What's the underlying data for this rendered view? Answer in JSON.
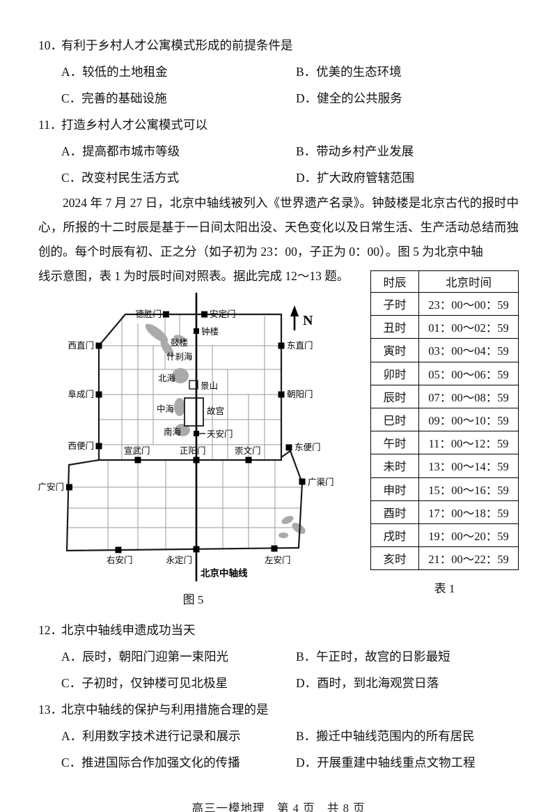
{
  "page": {
    "footer": "高三一模地理　第 4 页　共 8 页"
  },
  "questions": [
    {
      "number": "10．",
      "stem": "有利于乡村人才公寓模式形成的前提条件是",
      "options": [
        "A．较低的土地租金",
        "B．优美的生态环境",
        "C．完善的基础设施",
        "D．健全的公共服务"
      ]
    },
    {
      "number": "11．",
      "stem": "打造乡村人才公寓模式可以",
      "options": [
        "A．提高都市城市等级",
        "B．带动乡村产业发展",
        "C．改变村民生活方式",
        "D．扩大政府管辖范围"
      ]
    },
    {
      "number": "12．",
      "stem": "北京中轴线申遗成功当天",
      "options": [
        "A．辰时，朝阳门迎第一束阳光",
        "B．午正时，故宫的日影最短",
        "C．子初时，仅钟楼可见北极星",
        "D．酉时，到北海观赏日落"
      ]
    },
    {
      "number": "13．",
      "stem": "北京中轴线的保护与利用措施合理的是",
      "options": [
        "A．利用数字技术进行记录和展示",
        "B．搬迁中轴线范围内的所有居民",
        "C．推进国际合作加强文化的传播",
        "D．开展重建中轴线重点文物工程"
      ]
    }
  ],
  "passage": {
    "part1": "2024 年 7 月 27 日，北京中轴线被列入《世界遗产名录》。钟鼓楼是北京古代的报时中心，所报的十二时辰是基于一日间太阳出没、天色变化以及日常生活、生产活动总结而独创的。每个时辰有初、正之分（如子初为 23：00，子正为 0：00）。图 5 为北京中轴",
    "part2": "线示意图，表 1 为时辰时间对照表。据此完成 12～13 题。"
  },
  "map": {
    "caption": "图 5",
    "north": "N",
    "axis": "北京中轴线",
    "labels": {
      "desheng": "德胜门",
      "anding": "安定门",
      "xizhi": "西直门",
      "dongzhi": "东直门",
      "fucheng": "阜成门",
      "chaoyang": "朝阳门",
      "xibian": "西便门",
      "dongbian": "东便门",
      "xuanwu": "宣武门",
      "zhengyang": "正阳门",
      "chongwen": "崇文门",
      "guangan": "广安门",
      "guangqu": "广渠门",
      "youan": "右安门",
      "yongding": "永定门",
      "zuoan": "左安门",
      "zhonglou": "钟楼",
      "gulou": "鼓楼",
      "shichahai": "什刹海",
      "beihai": "北海",
      "jingshan": "景山",
      "zhonghai": "中海",
      "gugong": "故宫",
      "nanhai": "南海",
      "tiananmen": "天安门"
    }
  },
  "table": {
    "caption": "表 1",
    "headers": [
      "时辰",
      "北京时间"
    ],
    "rows": [
      [
        "子时",
        "23：00～00：59"
      ],
      [
        "丑时",
        "01：00～02：59"
      ],
      [
        "寅时",
        "03：00～04：59"
      ],
      [
        "卯时",
        "05：00～06：59"
      ],
      [
        "辰时",
        "07：00～08：59"
      ],
      [
        "巳时",
        "09：00～10：59"
      ],
      [
        "午时",
        "11：00～12：59"
      ],
      [
        "未时",
        "13：00～14：59"
      ],
      [
        "申时",
        "15：00～16：59"
      ],
      [
        "酉时",
        "17：00～18：59"
      ],
      [
        "戌时",
        "19：00～20：59"
      ],
      [
        "亥时",
        "21：00～22：59"
      ]
    ]
  }
}
